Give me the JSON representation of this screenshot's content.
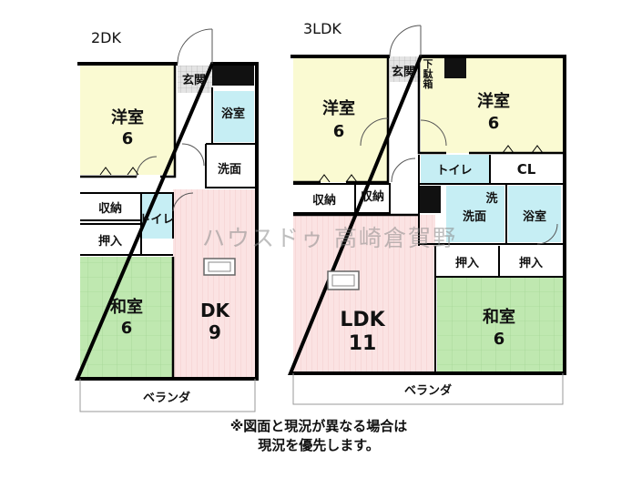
{
  "plans": [
    {
      "type_label": "2DK",
      "rooms": {
        "western": {
          "name": "洋室",
          "size": "6"
        },
        "entrance": "玄関",
        "bath": "浴室",
        "washroom": "洗面",
        "storage": "収納",
        "toilet": "トイレ",
        "closet": "押入",
        "japanese": {
          "name": "和室",
          "size": "6"
        },
        "dk": {
          "name": "DK",
          "size": "9"
        }
      },
      "balcony": "ベランダ"
    },
    {
      "type_label": "3LDK",
      "rooms": {
        "western_left": {
          "name": "洋室",
          "size": "6"
        },
        "western_right": {
          "name": "洋室",
          "size": "6"
        },
        "entrance": "玄関",
        "shoe_box": "下駄箱",
        "toilet": "トイレ",
        "cl": "CL",
        "storage_1": "収納",
        "storage_2": "収納",
        "washer": "洗",
        "washroom": "洗面",
        "bath": "浴室",
        "closet_1": "押入",
        "closet_2": "押入",
        "japanese": {
          "name": "和室",
          "size": "6"
        },
        "ldk": {
          "name": "LDK",
          "size": "11"
        }
      },
      "balcony": "ベランダ"
    }
  ],
  "watermark": "ハウスドゥ 高崎倉賀野",
  "note": {
    "line1": "※図面と現況が異なる場合は",
    "line2": "現況を優先します。"
  },
  "colors": {
    "western": "#fafad2",
    "japanese": "#bfe8b0",
    "wet_area": "#c6eef4",
    "dk_floor": "#fbe3e3",
    "wall": "#000000"
  }
}
